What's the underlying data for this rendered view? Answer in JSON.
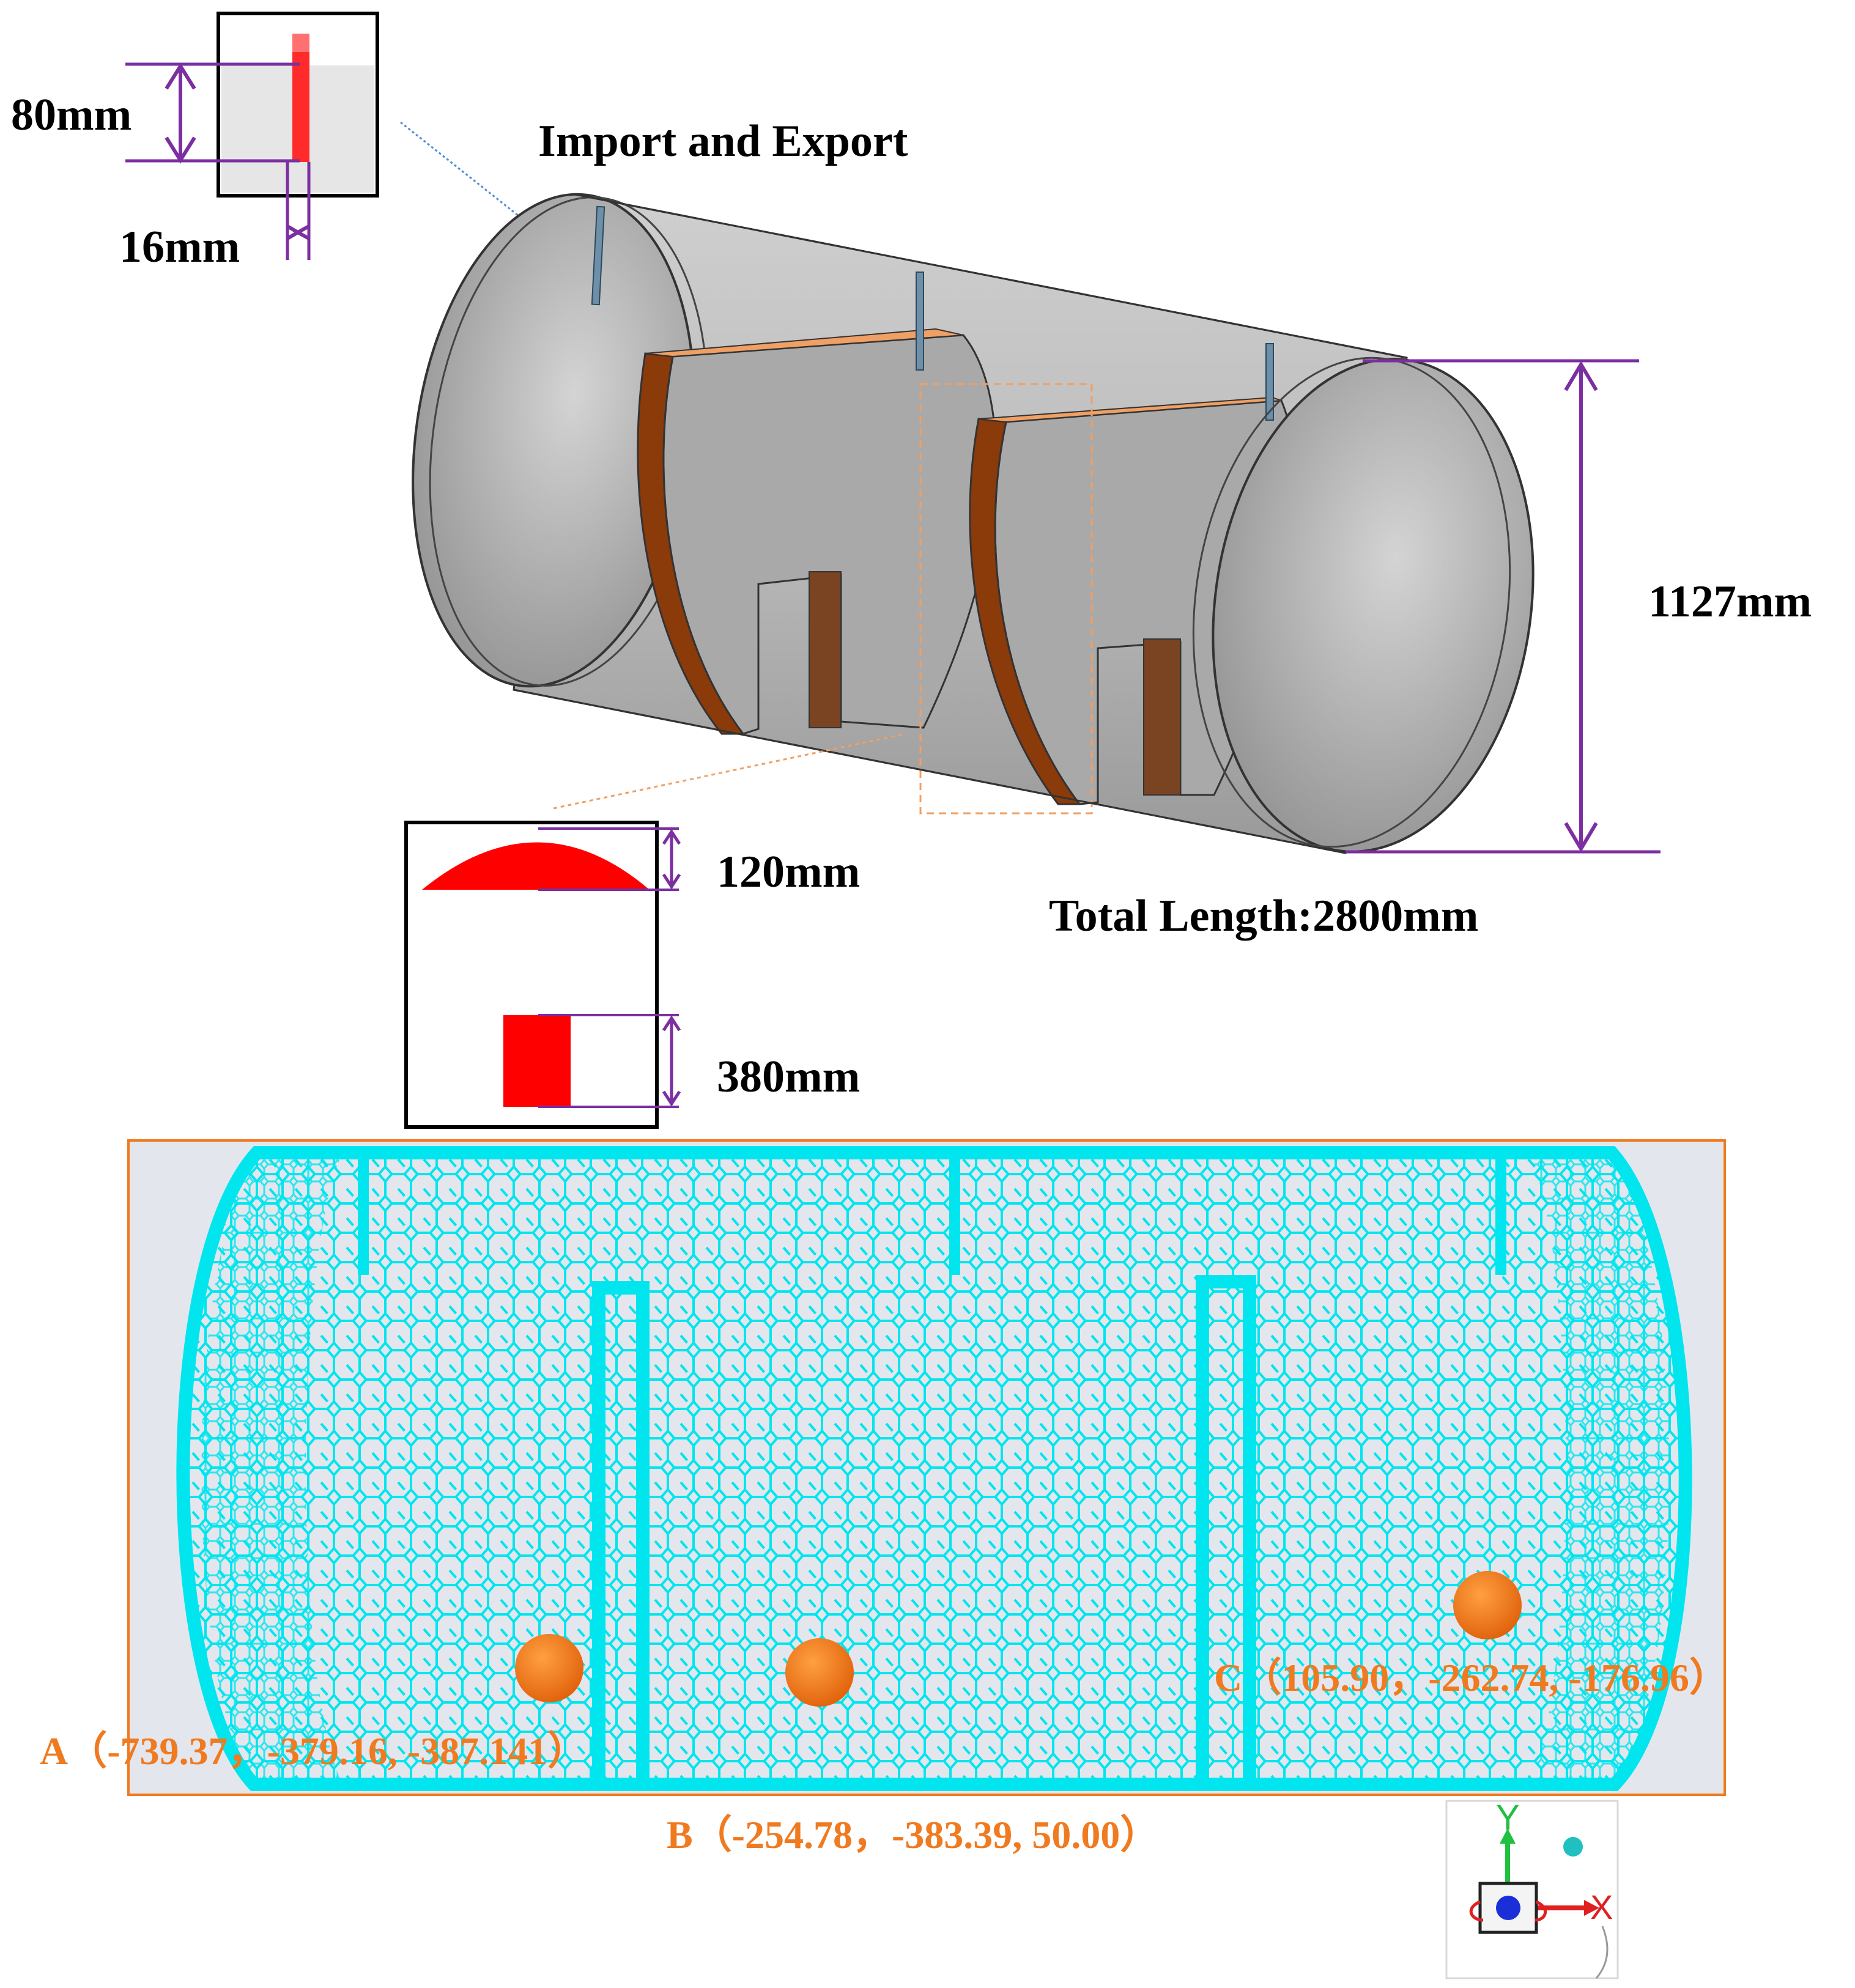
{
  "labels": {
    "inlet_height": "80mm",
    "inlet_width": "16mm",
    "import_export": "Import and Export",
    "diameter": "1127mm",
    "total_length": "Total Length:2800mm",
    "top_gap": "120mm",
    "bottom_gap": "380mm"
  },
  "points": [
    {
      "name": "A",
      "label": "A（-739.37，-379.16, -387.141）"
    },
    {
      "name": "B",
      "label": "B（-254.78，-383.39, 50.00）"
    },
    {
      "name": "C",
      "label": "C（105.90，-262.74, -176.96）"
    }
  ],
  "axes": {
    "y": "Y",
    "x": "X"
  },
  "colors": {
    "dimension": "#7b2fa0",
    "point_label": "#f07a20",
    "marker": "#f07a20",
    "mesh": "#00e5ee",
    "baffle": "#8b3a0a",
    "tank": "#a8a8a8",
    "detail_red": "#ff0000"
  }
}
